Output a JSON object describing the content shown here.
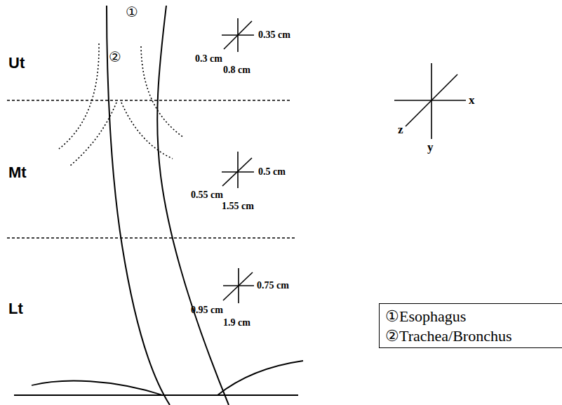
{
  "diagram": {
    "labels": [
      "①",
      "②",
      "Ut",
      "Mt",
      "Lt",
      "0.35 cm",
      "0.3 cm",
      "0.8 cm",
      "0.5 cm",
      "0.55 cm",
      "1.55 cm",
      "0.75 cm",
      "0.95 cm",
      "1.9 cm",
      "x",
      "z",
      "y"
    ],
    "legend": [
      {
        "text": "①Esophagus"
      },
      {
        "text": "②Trachea/Bronchus"
      }
    ]
  }
}
